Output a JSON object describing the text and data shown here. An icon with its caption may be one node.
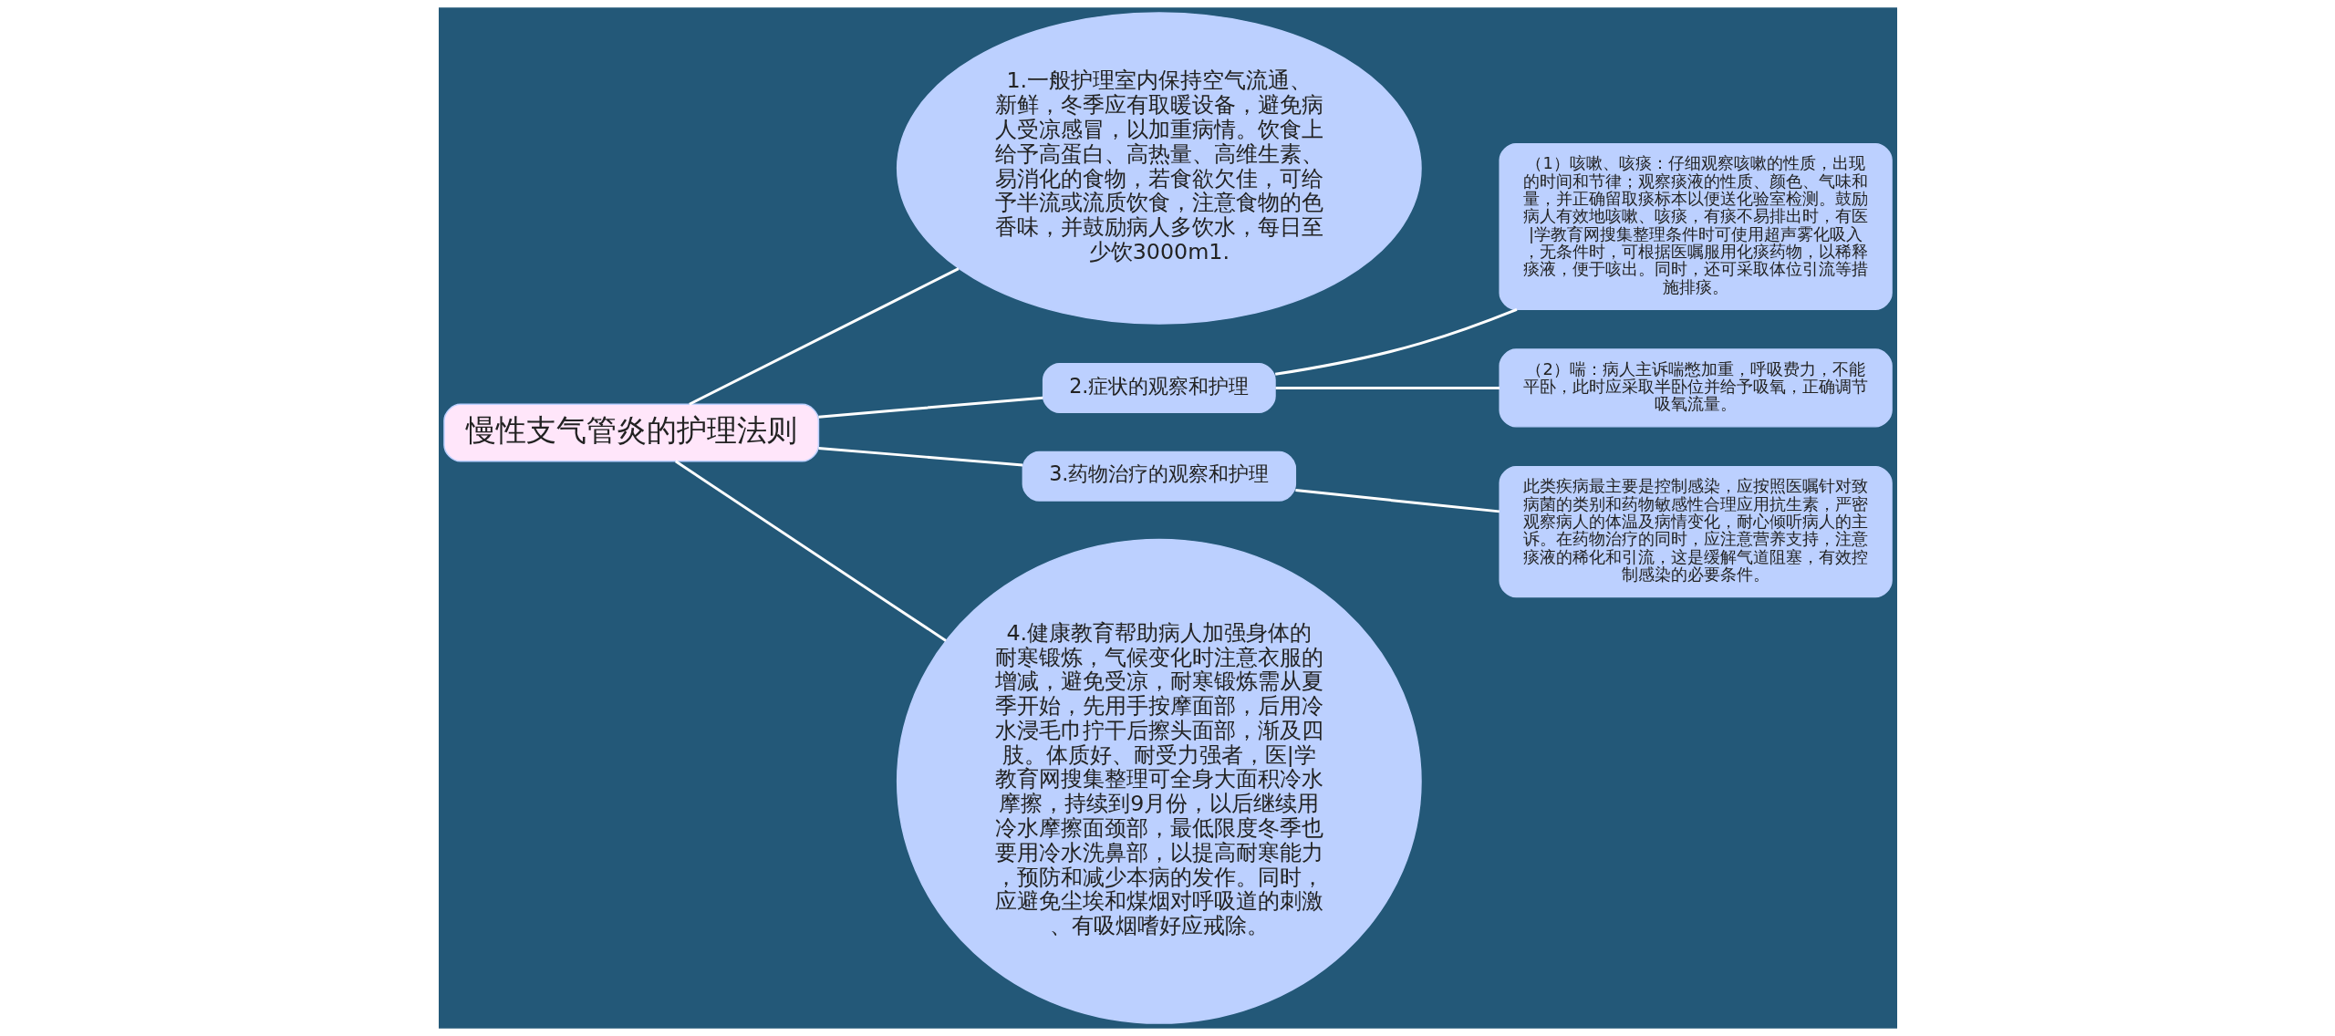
{
  "diagram": {
    "nodes": [
      {
        "text": [
          "慢性支气管炎的护理法则"
        ]
      },
      {
        "text": [
          "1.一般护理室内保持空气流通、新鲜，冬季应有取暖设备，避免病人受凉感冒，以加重病情。饮食上给予高蛋白、高热量、高维生素、易消化的食物，若食欲欠佳，可给予半流或流质饮食，注意食物的色香味，并鼓励病人多饮水，每日至少饮3000m1."
        ]
      },
      {
        "text": [
          "2.症状的观察和护理"
        ]
      },
      {
        "text": [
          "（1）咳嗽、咳痰：仔细观察咳嗽的性质，出现的时间和节律；观察痰液的性质、颜色、气味和量，并正确留取痰标本以便送化验室检测。鼓励病人有效地咳嗽、咳痰，有痰不易排出时，有医|学教育网搜集整理条件时可使用超声雾化吸入，无条件时，可根据医嘱服用化痰药物，以稀释痰液，便于咳出。同时，还可采取体位引流等措施排痰。"
        ]
      },
      {
        "text": [
          "（2）喘：病人主诉喘憋加重，呼吸费力，不能平卧，此时应采取半卧位并给予吸氧，正确调节吸氧流量。"
        ]
      },
      {
        "text": [
          "3.药物治疗的观察和护理"
        ]
      },
      {
        "text": [
          "此类疾病最主要是控制感染，应按照医嘱针对致病菌的类别和药物敏感性合理应用抗生素，严密观察病人的体温及病情变化，耐心倾听病人的主诉。在药物治疗的同时，应注意营养支持，注意痰液的稀化和引流，这是缓解气道阻塞，有效控制感染的必要条件。"
        ]
      },
      {
        "text": [
          "4.健康教育帮助病人加强身体的耐寒锻炼，气候变化时注意衣服的增减，避免受凉，耐寒锻炼需从夏季开始，先用手按摩面部，后用冷水浸毛巾拧干后擦头面部，渐及四肢。体质好、耐受力强者，医|学教育网搜集整理可全身大面积冷水摩擦，持续到9月份，以后继续用冷水摩擦面颈部，最低限度冬季也要用冷水洗鼻部，以提高耐寒能力，预防和减少本病的发作。同时，应避免尘埃和煤烟对呼吸道的刺激、有吸烟嗜好应戒除。"
        ]
      }
    ],
    "edges": [
      {
        "from": 0,
        "to": 1,
        "arrow": "none"
      },
      {
        "from": 0,
        "to": 2,
        "arrow": "none"
      },
      {
        "from": 2,
        "to": 3,
        "arrow": "none"
      },
      {
        "from": 2,
        "to": 4,
        "arrow": "none"
      },
      {
        "from": 0,
        "to": 5,
        "arrow": "none"
      },
      {
        "from": 5,
        "to": 6,
        "arrow": "none"
      },
      {
        "from": 0,
        "to": 7,
        "arrow": "none"
      }
    ]
  }
}
